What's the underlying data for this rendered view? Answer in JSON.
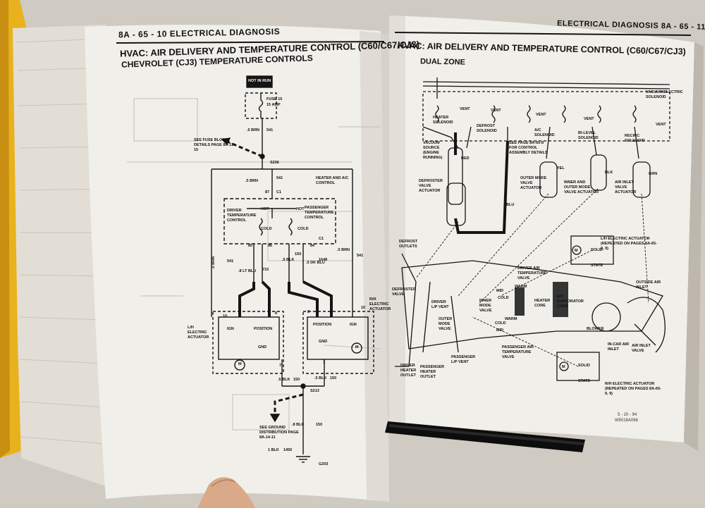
{
  "left_page": {
    "header": "8A - 65 - 10  ELECTRICAL DIAGNOSIS",
    "title_line1": "HVAC: AIR DELIVERY AND TEMPERATURE CONTROL (C60/C67/CJ3)",
    "title_line2": "CHEVROLET (CJ3) TEMPERATURE CONTROLS",
    "labels": {
      "hot_in_run": "HOT IN RUN",
      "fuse": "FUSE 15",
      "fuse_amp": "15 AMP",
      "see_fuse_block": "SEE FUSE BLOCK DETAILS PAGE 8A-11-15",
      "wire_541": "541",
      "wire_5brn": ".5 BRN",
      "splice_s206": "S206",
      "heater_ac_control": "HEATER AND A/C CONTROL",
      "driver_temp_control": "DRIVER TEMPERATURE CONTROL",
      "passenger_temp_control": "PASSENGER TEMPERATURE CONTROL",
      "hot": "HOT",
      "cold": "COLD",
      "c1": "C1",
      "pin_87": "87",
      "pin_85": "85",
      "pin_86": "86",
      "pin_84": "84",
      "wire_733": "733",
      "wire_150": "150",
      "wire_1648": "1648",
      "wire_8ltblu": ".8 LT BLU",
      "wire_5blk": ".5 BLK",
      "wire_5dkblu": ".5 DK BLU",
      "electric_actuator_left": "L/H ELECTRIC ACTUATOR",
      "electric_actuator_right": "R/H ELECTRIC ACTUATOR",
      "ign": "IGN",
      "position": "POSITION",
      "gnd": "GND",
      "motor": "M",
      "pin_10": "10",
      "pin_8": "8",
      "pin_7": "7",
      "splice_s213": "S213",
      "see_ground_dist": "SEE GROUND DISTRIBUTION PAGE 8A-14-11",
      "wire_1blk": "1 BLK",
      "wire_1450": "1450",
      "wire_8blk": ".8 BLK",
      "ground_g203": "G203"
    }
  },
  "right_page": {
    "header": "ELECTRICAL DIAGNOSIS 8A - 65 - 11",
    "title_line1": "HVAC: AIR DELIVERY AND TEMPERATURE CONTROL (C60/C67/CJ3)",
    "title_line2": "DUAL ZONE",
    "labels": {
      "vacuum_solenoid": "VACUUM/ELECTRIC SOLENOID",
      "heater_solenoid": "HEATER SOLENOID",
      "defrost_solenoid": "DEFROST SOLENOID",
      "ac_solenoid": "A/C SOLENOID",
      "bilevel_solenoid": "BI-LEVEL SOLENOID",
      "recirc_solenoid": "RECIRC SOLENOID",
      "vent": "VENT",
      "vacuum_source": "VACUUM SOURCE (ENGINE RUNNING)",
      "see_page": "SEE PAGE 8A-65-8 FOR CONTROL ASSEMBLY DETAILS",
      "red": "RED",
      "blk": "BLK",
      "yel": "YEL",
      "blu": "BLU",
      "grn": "GRN",
      "defroster_valve_actuator": "DEFROSTER VALVE ACTUATOR",
      "outer_mode_valve_actuator": "OUTER MODE VALVE ACTUATOR",
      "inner_outer_mode_valve": "INNER AND OUTER MODE VALVE ACTUATOR",
      "air_inlet_valve_actuator": "AIR INLET VALVE ACTUATOR",
      "defrost_outlets": "DEFROST OUTLETS",
      "defroster_valve": "DEFROSTER VALVE",
      "driver_air_temp_valve": "DRIVER AIR TEMPERATURE VALVE",
      "warm": "WARM",
      "mid": "MID",
      "cold": "COLD",
      "heater_core": "HEATER CORE",
      "ac_evaporator_core": "A/C EVAPORATOR CORE",
      "blower": "BLOWER",
      "outside_air_inlet": "OUTSIDE AIR INLET",
      "in_car_air_inlet": "IN-CAR AIR INLET",
      "air_inlet_valve": "AIR INLET VALVE",
      "lh_electric_actuator": "L/H ELECTRIC ACTUATOR (REPEATED ON PAGES 8A-65-9, 9)",
      "rh_electric_actuator": "R/H ELECTRIC ACTUATOR (REPEATED ON PAGES 8A-65-9, 9)",
      "solid_state": "SOLID STATE",
      "solid": "SOLID",
      "state": "STATE",
      "passenger_air_temp_valve": "PASSENGER AIR TEMPERATURE VALVE",
      "driver_lp_vent": "DRIVER L/P VENT",
      "outer_mode_valve": "OUTER MODE VALVE",
      "inner_mode_valve": "INNER MODE VALVE",
      "driver_heater_outlet": "DRIVER HEATER OUTLET",
      "passenger_heater_outlet": "PASSENGER HEATER OUTLET",
      "passenger_lp_vent": "PASSENGER L/P VENT",
      "motor": "M"
    },
    "footer_date": "5 - 20 - 94",
    "footer_code": "W5018A066"
  },
  "colors": {
    "paper": "#f1efea",
    "ink": "#141414",
    "ghost": "#c4c2be",
    "pen_black": "#0d0d0d",
    "cover_yellow": "#e8b21c",
    "hand": "#d9a98a",
    "background": "#cfcac2"
  },
  "objects": {
    "pen": "black-pen",
    "hand": "thumb-hand"
  }
}
